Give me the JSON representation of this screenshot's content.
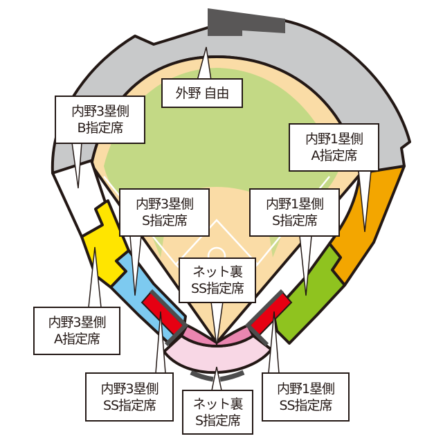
{
  "colors": {
    "outfield_stand": "#c8c9ca",
    "scoreboard": "#595757",
    "field_dirt": "#fadca6",
    "field_grass": "#c3d985",
    "left_b": "#ffffff",
    "left_a": "#ffe500",
    "left_s": "#7dcaf0",
    "left_ss": "#e60012",
    "right_a": "#f3a600",
    "right_s": "#8fc31f",
    "right_ss": "#e60012",
    "net_ss": "#ea86b0",
    "net_s": "#f8d7e5",
    "outline": "#231815"
  },
  "sections": {
    "outfield_free": {
      "line1": "外野 自由"
    },
    "third_b": {
      "line1": "内野3塁側",
      "line2": "B指定席"
    },
    "first_a": {
      "line1": "内野1塁側",
      "line2": "A指定席"
    },
    "third_s": {
      "line1": "内野3塁側",
      "line2": "S指定席"
    },
    "first_s": {
      "line1": "内野1塁側",
      "line2": "S指定席"
    },
    "net_ss": {
      "line1": "ネット裏",
      "line2": "SS指定席"
    },
    "third_a": {
      "line1": "内野3塁側",
      "line2": "A指定席"
    },
    "third_ss": {
      "line1": "内野3塁側",
      "line2": "SS指定席"
    },
    "net_s": {
      "line1": "ネット裏",
      "line2": "S指定席"
    },
    "first_ss": {
      "line1": "内野1塁側",
      "line2": "SS指定席"
    }
  }
}
